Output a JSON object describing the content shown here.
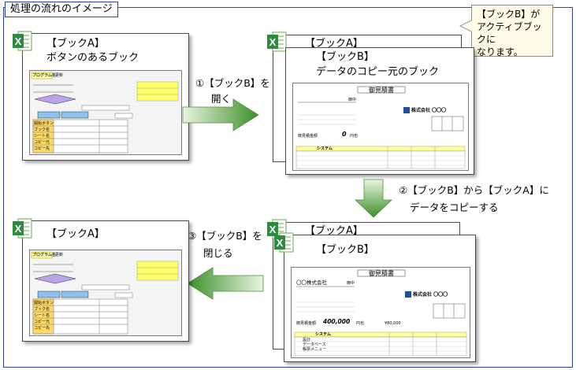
{
  "diagram": {
    "title": "処理の流れのイメージ",
    "callout": [
      "【ブックB】が",
      "アクティブブックに",
      "なります。"
    ],
    "steps": [
      {
        "label_lines": [
          "①【ブックB】を",
          "開く"
        ]
      },
      {
        "label_lines": [
          "②【ブックB】から【ブックA】に",
          "データをコピーする"
        ]
      },
      {
        "label_lines": [
          "③【ブックB】を",
          "閉じる"
        ]
      }
    ],
    "books": {
      "a_top": [
        "【ブックA】",
        "ボタンのあるブック"
      ],
      "b_top": [
        "【ブックB】",
        "データのコピー元のブック"
      ],
      "a_back_label": "【ブックA】",
      "a_bottom": "【ブックA】",
      "b_bottom": "【ブックB】"
    },
    "program_sheet": {
      "header": "プログラム名",
      "header_value": "更新",
      "rows": [
        "開始ボタン",
        "ブック名",
        "シート名",
        "コピー元",
        "コピー先"
      ]
    },
    "estimate_sheet": {
      "title": "御見積書",
      "honorific": "御中",
      "company": "株式会社 〇〇〇",
      "customer": "〇〇株式会社",
      "total_label": "御見積金額",
      "total_empty": "0",
      "total_filled": "400,000",
      "currency": "円也",
      "subtotal": "¥80,000",
      "section": "システム",
      "items": [
        "設計",
        "データベース",
        "帳票メニュー"
      ]
    }
  }
}
